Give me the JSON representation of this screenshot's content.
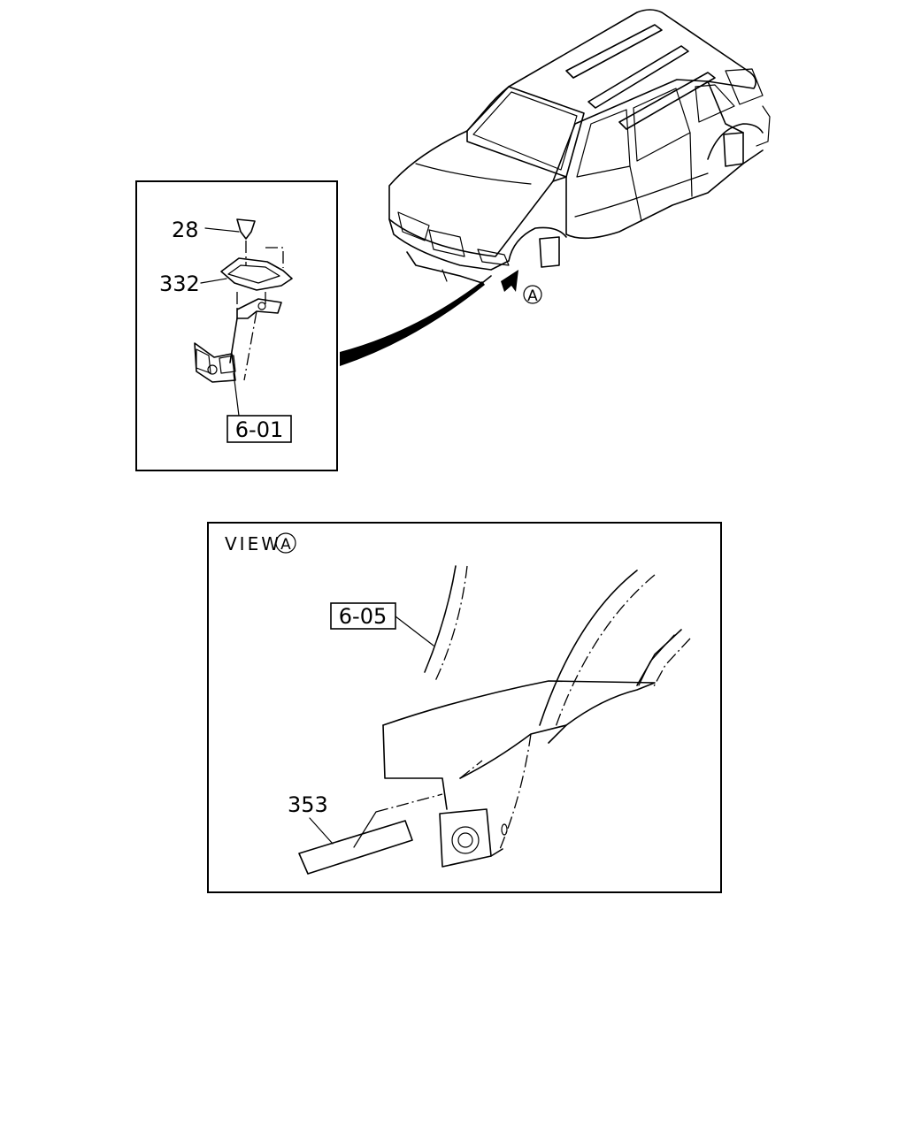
{
  "diagram": {
    "callouts": {
      "part_28": "28",
      "part_332": "332",
      "ref_6_01": "6-01",
      "ref_6_05": "6-05",
      "part_353": "353"
    },
    "view_marker": "A",
    "view_label": "VIEW",
    "view_circle": "A"
  }
}
